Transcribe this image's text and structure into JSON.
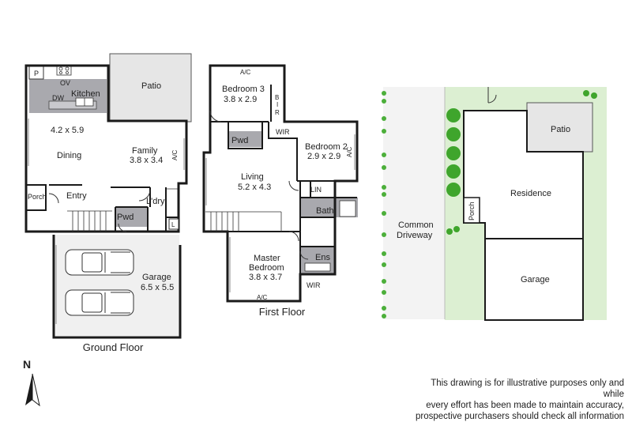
{
  "ground_floor": {
    "title": "Ground Floor",
    "rooms": {
      "p": "P",
      "ov": "OV",
      "dw": "DW",
      "kitchen": "Kitchen",
      "patio": "Patio",
      "kitchen_dims": "4.2 x 5.9",
      "dining": "Dining",
      "family": "Family",
      "family_dims": "3.8 x 3.4",
      "ac": "A/C",
      "porch": "Porch",
      "entry": "Entry",
      "laundry": "L'dry",
      "pwd": "Pwd",
      "l": "L",
      "garage": "Garage",
      "garage_dims": "6.5 x 5.5"
    }
  },
  "first_floor": {
    "title": "First Floor",
    "rooms": {
      "bedroom3": "Bedroom 3",
      "bedroom3_dims": "3.8 x 2.9",
      "ac_bed3": "A/C",
      "bir_b": "B",
      "bir_i": "I",
      "bir_r": "R",
      "pwd": "Pwd",
      "wir": "WIR",
      "bedroom2": "Bedroom 2",
      "bedroom2_dims": "2.9 x 2.9",
      "ac_bed2": "A/C",
      "living": "Living",
      "living_dims": "5.2 x 4.3",
      "lin": "LIN",
      "bath": "Bath",
      "master": "Master",
      "master2": "Bedroom",
      "master_dims": "3.8 x 3.7",
      "ens": "Ens",
      "wir2": "WIR",
      "ac_master": "A/C"
    }
  },
  "site_plan": {
    "patio": "Patio",
    "residence": "Residence",
    "porch": "Porch",
    "common1": "Common",
    "common2": "Driveway",
    "garage": "Garage"
  },
  "compass": {
    "label": "N"
  },
  "disclaimer": {
    "line1": "This drawing is for illustrative purposes only and while",
    "line2": "every effort has been made to maintain accuracy,",
    "line3": "prospective purchasers should check all information"
  },
  "colors": {
    "wall": "#1a1a1a",
    "wet_area": "#a9a9ae",
    "patio": "#e6e6e6",
    "garage_floor": "#f0f0f0",
    "grass": "#dcefd2",
    "shrub": "#3fa52c",
    "hedge_dot": "#4caf3a"
  }
}
